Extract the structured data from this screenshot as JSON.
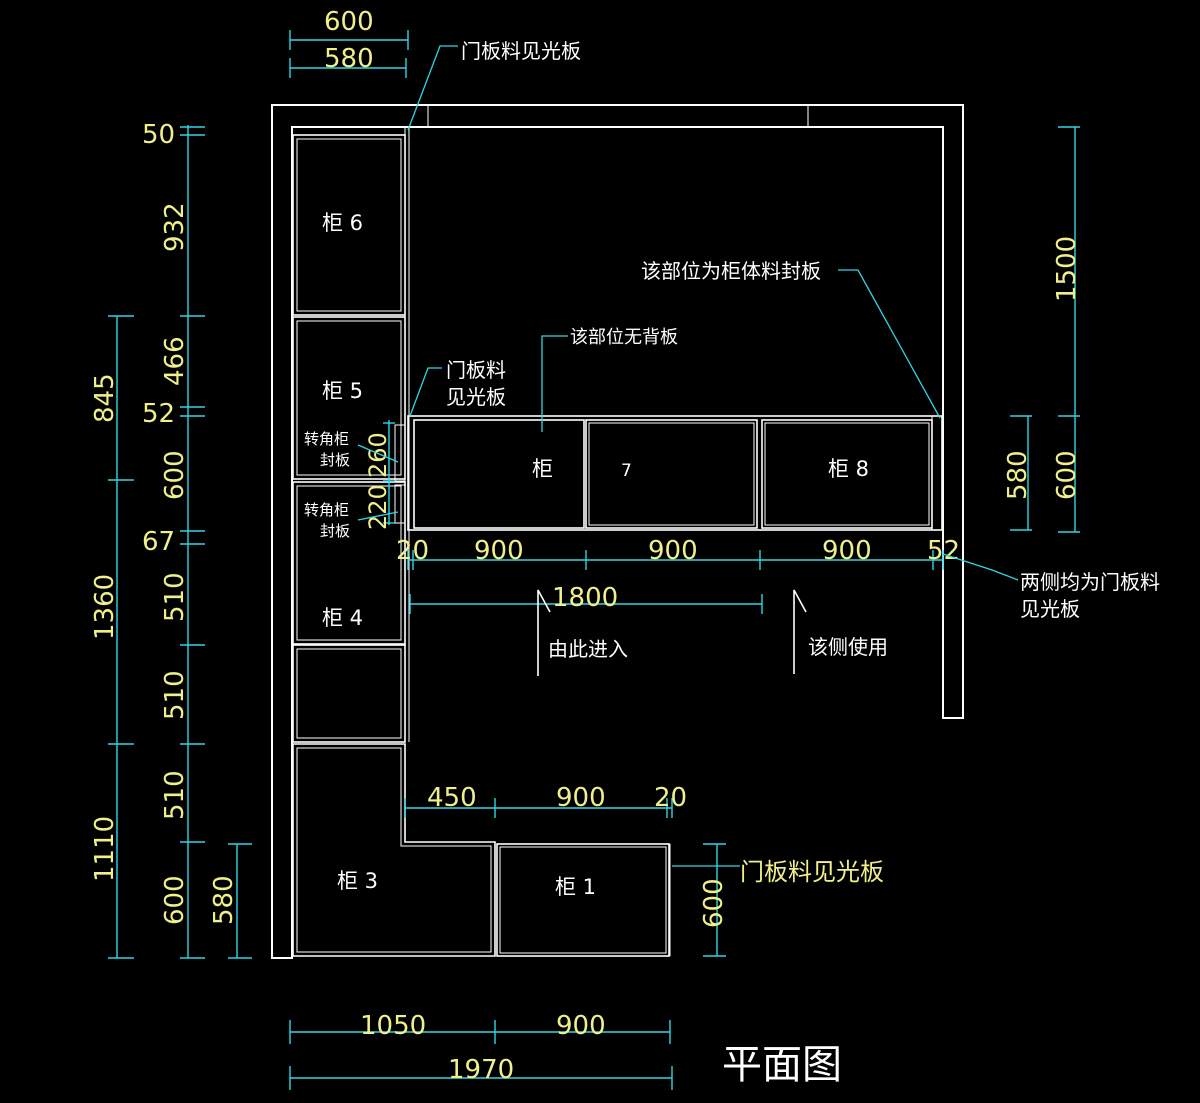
{
  "drawing_title": "平面图",
  "cabinets": {
    "c1": "柜 1",
    "c3": "柜 3",
    "c4": "柜 4",
    "c5": "柜 5",
    "c6": "柜 6",
    "c7a": "柜",
    "c7b": "7",
    "c8": "柜 8"
  },
  "notes": {
    "door_visible_top": "门板料见光板",
    "body_seal": "该部位为柜体料封板",
    "no_back": "该部位无背板",
    "door_visible_mid_1": "门板料",
    "door_visible_mid_2": "见光板",
    "corner_seal_1a": "转角柜",
    "corner_seal_1b": "封板",
    "corner_seal_2a": "转角柜",
    "corner_seal_2b": "封板",
    "both_sides_1": "两侧均为门板料",
    "both_sides_2": "见光板",
    "enter": "由此进入",
    "use_side": "该侧使用",
    "door_visible_bottom": "门板料见光板"
  },
  "dimensions": {
    "top_600": "600",
    "top_580": "580",
    "left_50": "50",
    "left_932": "932",
    "left_466": "466",
    "left_52": "52",
    "left_600a": "600",
    "left_67": "67",
    "left_510a": "510",
    "left_510b": "510",
    "left_510c": "510",
    "left_600b": "600",
    "left_580": "580",
    "far_845": "845",
    "far_1360": "1360",
    "far_1110": "1110",
    "right_1500": "1500",
    "right_580": "580",
    "right_600": "600",
    "corner_260": "260",
    "corner_220": "220",
    "mid_20": "20",
    "mid_900a": "900",
    "mid_900b": "900",
    "mid_900c": "900",
    "mid_52": "52",
    "mid_1800": "1800",
    "low_450": "450",
    "low_900": "900",
    "low_20": "20",
    "c1_600": "600",
    "bot_1050": "1050",
    "bot_900": "900",
    "bot_1970": "1970"
  }
}
